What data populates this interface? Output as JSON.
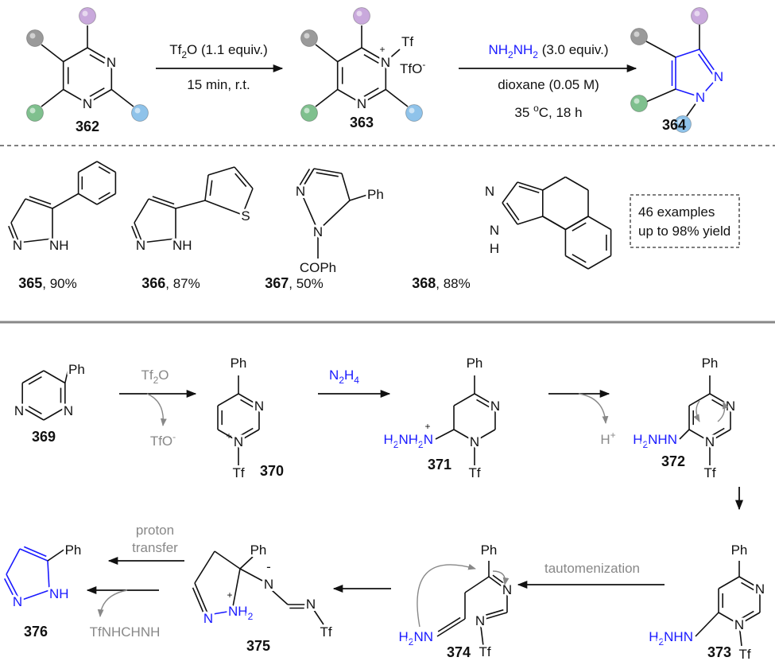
{
  "atoms": {
    "N": "N",
    "Tf": "Tf",
    "Ph": "Ph",
    "H": "H",
    "NH": "NH",
    "S": "S",
    "plus": "+",
    "minus": "-",
    "COPh": "COPh"
  },
  "scheme_top": {
    "compound_362": "362",
    "compound_363": "363",
    "compound_364": "364",
    "counterion": {
      "main": "TfO",
      "charge": "-"
    },
    "step1": {
      "reagent": "Tf",
      "reagent_sub": "2",
      "reagent_rest": "O (1.1 equiv.)",
      "conditions": "15 min, r.t."
    },
    "step2": {
      "reagent_a": "NH",
      "reagent_sub1": "2",
      "reagent_b": "NH",
      "reagent_sub2": "2",
      "reagent_rest": " (3.0 equiv.)",
      "solvent": "dioxane (0.05 M)",
      "temperature": "35 ",
      "temperature_sup": "o",
      "temperature_rest": "C, 18 h"
    }
  },
  "examples": [
    {
      "id": "365",
      "yield": ", 90%"
    },
    {
      "id": "366",
      "yield": ", 87%"
    },
    {
      "id": "367",
      "yield": ", 50%"
    },
    {
      "id": "368",
      "yield": ", 88%"
    }
  ],
  "summary": {
    "line1": "46 examples",
    "line2": "up to 98% yield"
  },
  "mechanism": {
    "compounds": {
      "c369": "369",
      "c370": "370",
      "c371": "371",
      "c372": "372",
      "c373": "373",
      "c374": "374",
      "c375": "375",
      "c376": "376"
    },
    "tf2o": {
      "a": "Tf",
      "sub": "2",
      "b": "O"
    },
    "tfo": {
      "a": "TfO",
      "charge": "-"
    },
    "n2h4": {
      "a": "N",
      "sub1": "2",
      "b": "H",
      "sub2": "4"
    },
    "proton": {
      "a": "H",
      "charge": "+"
    },
    "hydrazinium": {
      "a": "H",
      "sub1": "2",
      "b": "NH",
      "sub2": "2",
      "c": "N"
    },
    "hydrazine": {
      "a": "H",
      "sub": "2",
      "b": "NHN"
    },
    "hydrazone": {
      "a": "H",
      "sub": "2",
      "b": "NN"
    },
    "nh2": {
      "a": "NH",
      "sub": "2"
    },
    "tautomerization": "tautomenization",
    "proton_transfer": {
      "line1": "proton",
      "line2": "transfer"
    },
    "byproduct": "TfNHCHNH"
  },
  "colors": {
    "highlight": "#1a1aff",
    "gray": "#888888",
    "ball_purple": "#c9a9dc",
    "ball_gray": "#9a9a9a",
    "ball_green": "#7fc08e",
    "ball_blue": "#8fc3ea"
  }
}
